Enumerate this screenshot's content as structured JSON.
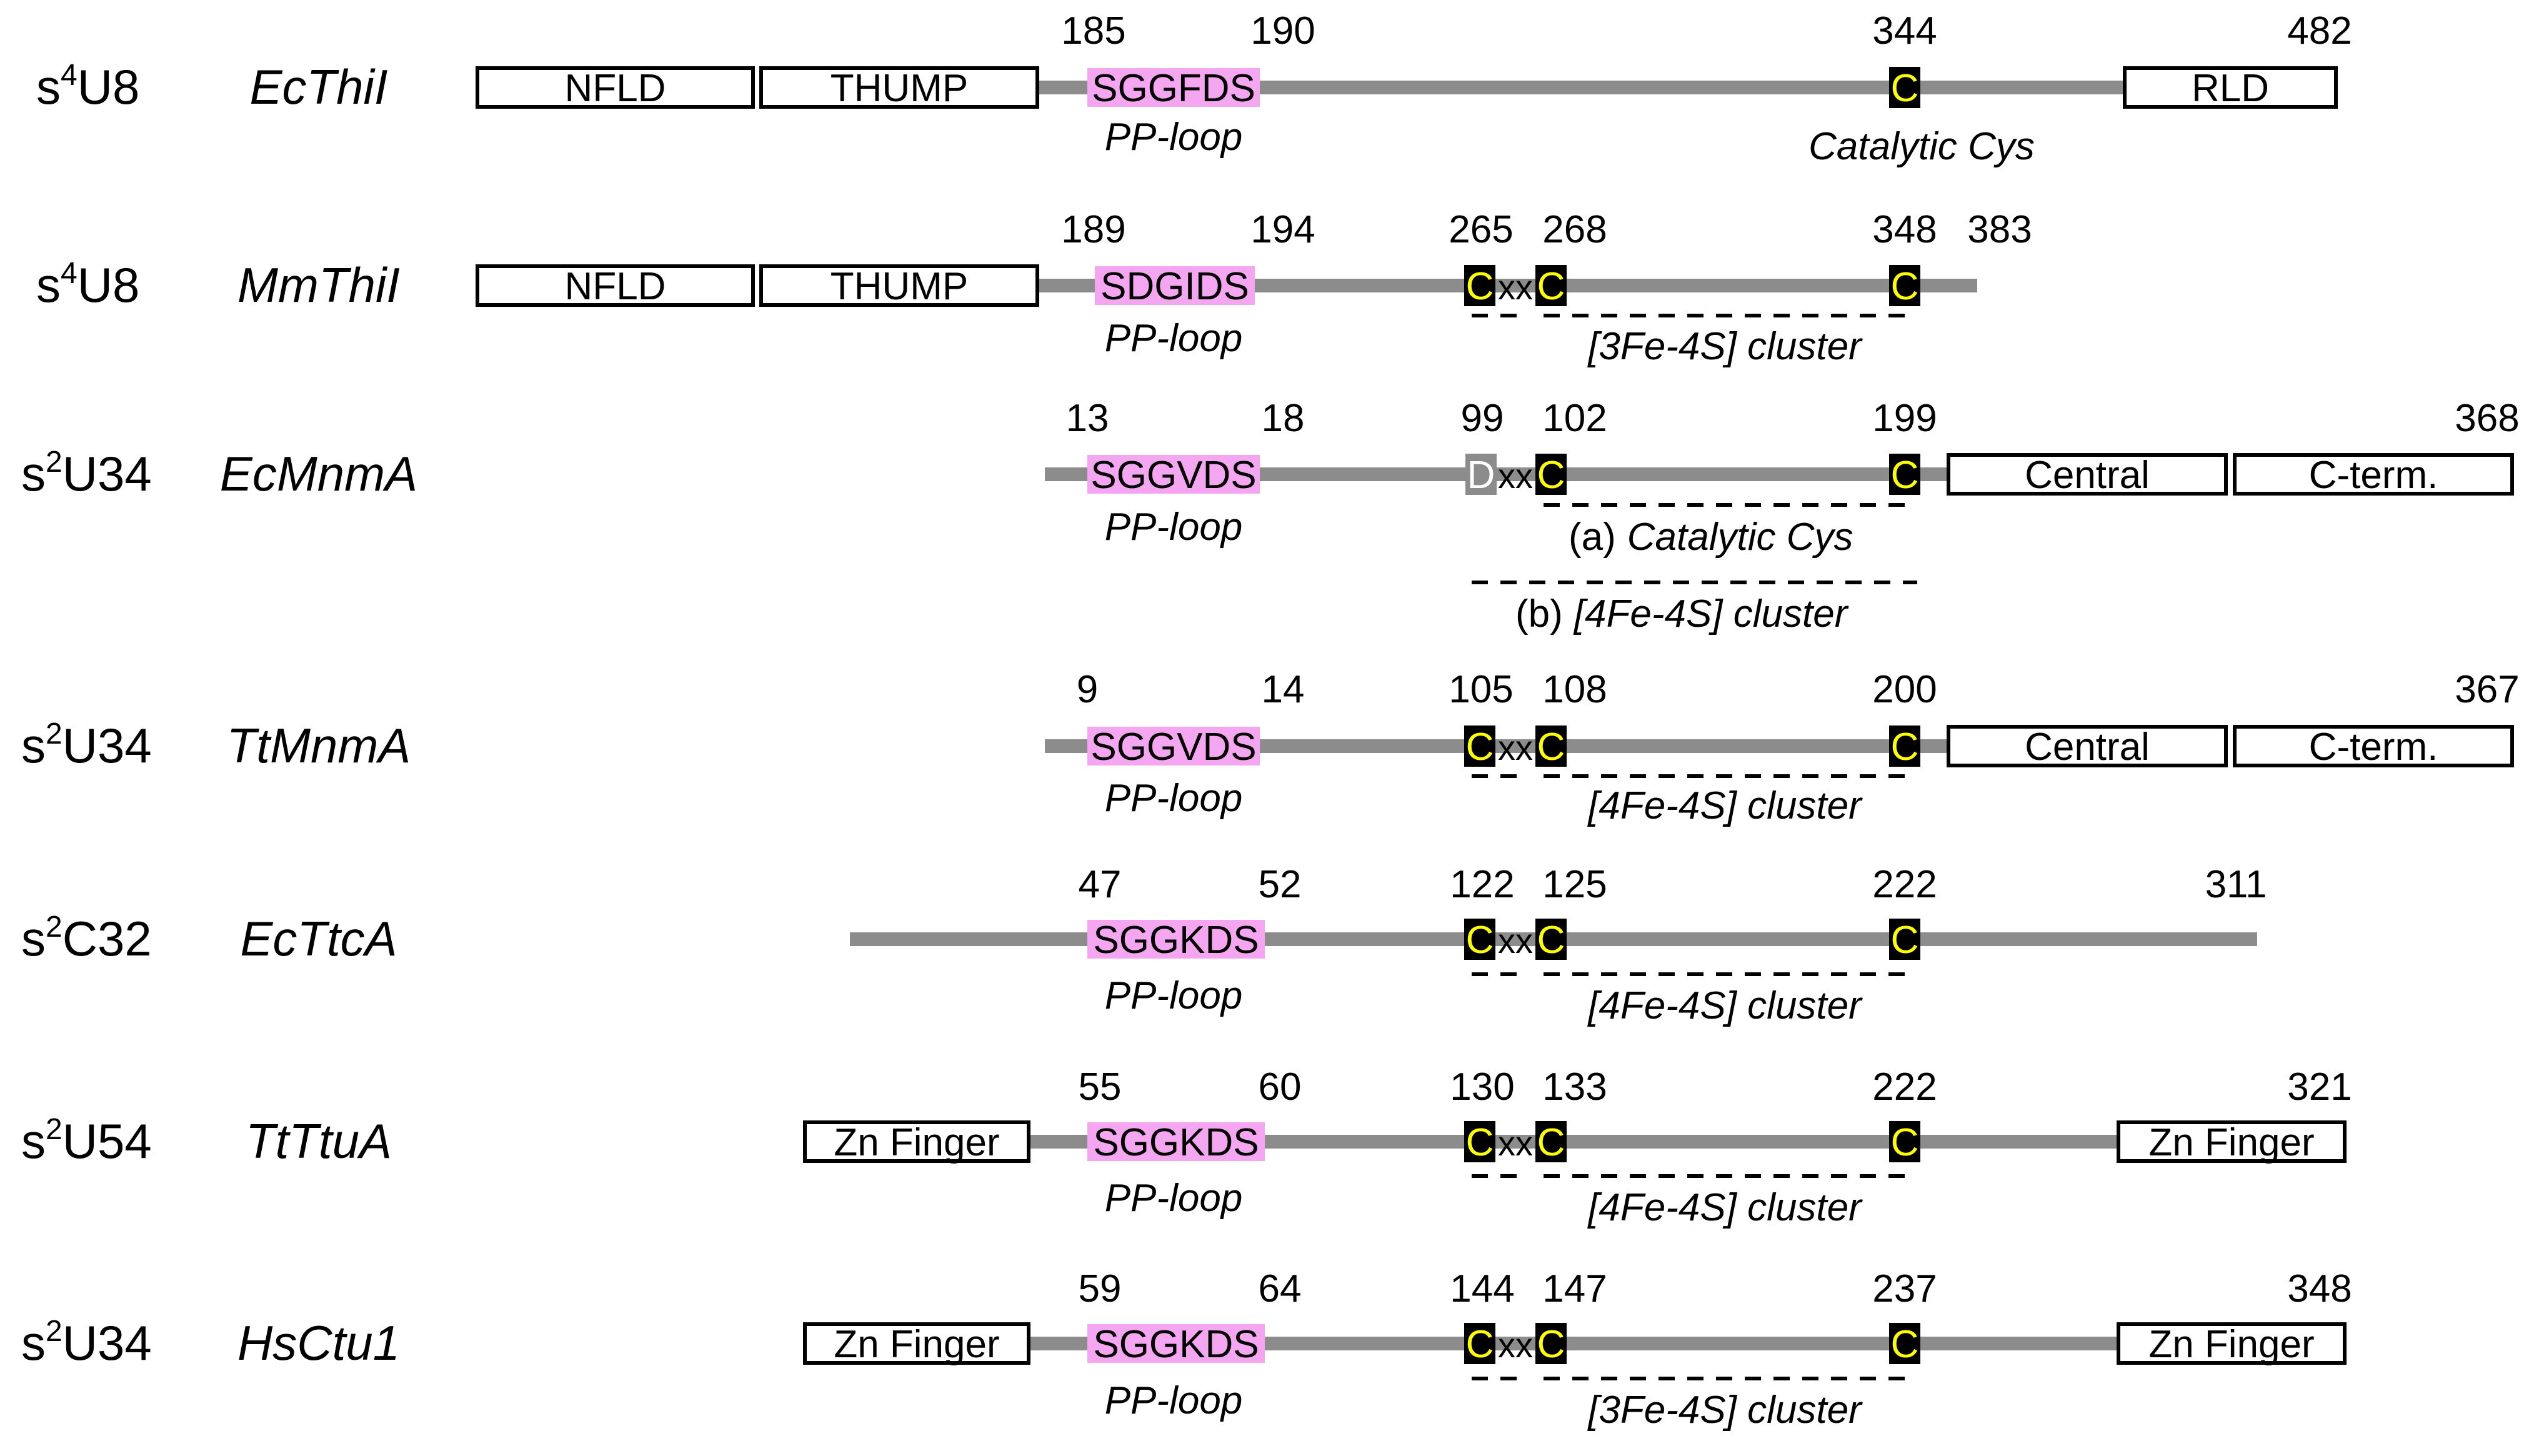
{
  "colors": {
    "line": "#8c8c8c",
    "motif": "#f4a6f0",
    "cys_box": "#000000",
    "cys_letter": "#ffff00",
    "asp_box": "#8c8c8c",
    "asp_letter": "#ffffff",
    "text": "#000000"
  },
  "rows": [
    {
      "mod": {
        "base": "s",
        "sup": "4",
        "rest": "U8"
      },
      "species": "EcThiI",
      "domains": [
        "NFLD",
        "THUMP",
        "RLD"
      ],
      "motif": "SGGFDS",
      "motif_label": "PP-loop",
      "nums": [
        "185",
        "190",
        "344",
        "482"
      ],
      "residues": [
        "C"
      ],
      "annotation": "Catalytic Cys"
    },
    {
      "mod": {
        "base": "s",
        "sup": "4",
        "rest": "U8"
      },
      "species": "MmThiI",
      "domains": [
        "NFLD",
        "THUMP"
      ],
      "motif": "SDGIDS",
      "motif_label": "PP-loop",
      "nums": [
        "189",
        "194",
        "265",
        "268",
        "348",
        "383"
      ],
      "residues": [
        "C",
        "C",
        "C"
      ],
      "spacer": "xx",
      "annotation": "[3Fe-4S] cluster"
    },
    {
      "mod": {
        "base": "s",
        "sup": "2",
        "rest": "U34"
      },
      "species": "EcMnmA",
      "domains": [
        "Central",
        "C-term."
      ],
      "motif": "SGGVDS",
      "motif_label": "PP-loop",
      "nums": [
        "13",
        "18",
        "99",
        "102",
        "199",
        "368"
      ],
      "residues": [
        "D",
        "C",
        "C"
      ],
      "spacer": "xx",
      "annotation_a_prefix": "(a)",
      "annotation_a": "Catalytic Cys",
      "annotation_b_prefix": "(b)",
      "annotation_b": "[4Fe-4S] cluster"
    },
    {
      "mod": {
        "base": "s",
        "sup": "2",
        "rest": "U34"
      },
      "species": "TtMnmA",
      "domains": [
        "Central",
        "C-term."
      ],
      "motif": "SGGVDS",
      "motif_label": "PP-loop",
      "nums": [
        "9",
        "14",
        "105",
        "108",
        "200",
        "367"
      ],
      "residues": [
        "C",
        "C",
        "C"
      ],
      "spacer": "xx",
      "annotation": "[4Fe-4S] cluster"
    },
    {
      "mod": {
        "base": "s",
        "sup": "2",
        "rest": "C32"
      },
      "species": "EcTtcA",
      "domains": [],
      "motif": "SGGKDS",
      "motif_label": "PP-loop",
      "nums": [
        "47",
        "52",
        "122",
        "125",
        "222",
        "311"
      ],
      "residues": [
        "C",
        "C",
        "C"
      ],
      "spacer": "xx",
      "annotation": "[4Fe-4S] cluster"
    },
    {
      "mod": {
        "base": "s",
        "sup": "2",
        "rest": "U54"
      },
      "species": "TtTtuA",
      "domains": [
        "Zn Finger",
        "Zn Finger"
      ],
      "motif": "SGGKDS",
      "motif_label": "PP-loop",
      "nums": [
        "55",
        "60",
        "130",
        "133",
        "222",
        "321"
      ],
      "residues": [
        "C",
        "C",
        "C"
      ],
      "spacer": "xx",
      "annotation": "[4Fe-4S] cluster"
    },
    {
      "mod": {
        "base": "s",
        "sup": "2",
        "rest": "U34"
      },
      "species": "HsCtu1",
      "domains": [
        "Zn Finger",
        "Zn Finger"
      ],
      "motif": "SGGKDS",
      "motif_label": "PP-loop",
      "nums": [
        "59",
        "64",
        "144",
        "147",
        "237",
        "348"
      ],
      "residues": [
        "C",
        "C",
        "C"
      ],
      "spacer": "xx",
      "annotation": "[3Fe-4S] cluster"
    }
  ]
}
